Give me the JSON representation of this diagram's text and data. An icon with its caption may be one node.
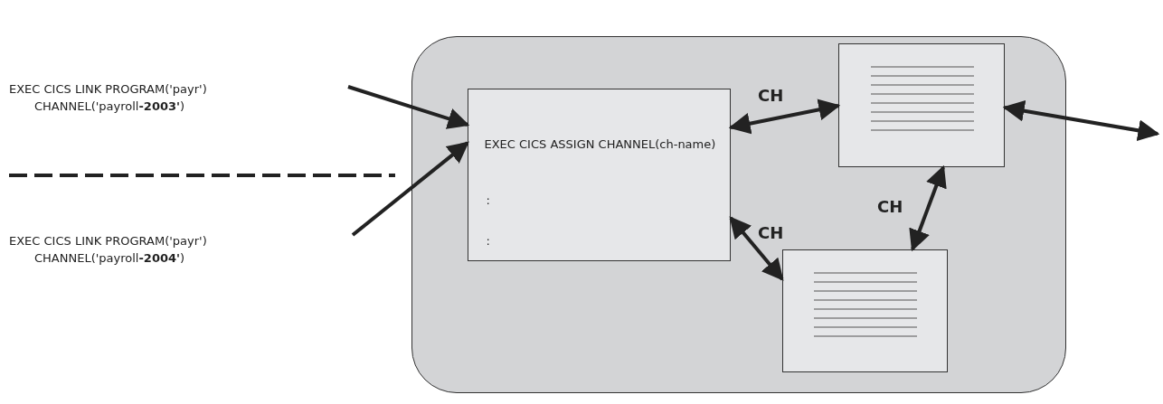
{
  "diagram": {
    "nodes": [
      {
        "text": [],
        "shape": "box"
      },
      {
        "text": [
          "EXEC CICS ASSIGN CHANNEL(ch-name)",
          ":",
          ":"
        ],
        "in": 0
      },
      {
        "text": [],
        "shape": "box",
        "in": 0
      },
      {
        "text": [],
        "shape": "box",
        "in": 0
      }
    ],
    "edges": [
      {
        "from": null,
        "to": 1,
        "arrow": "to"
      },
      {
        "from": null,
        "to": 1,
        "arrow": "to"
      },
      {
        "from": 1,
        "to": 2,
        "arrow": "both",
        "label": "CH"
      },
      {
        "from": 1,
        "to": 3,
        "arrow": "both",
        "label": "CH"
      },
      {
        "from": 3,
        "to": 2,
        "arrow": "both",
        "label": "CH"
      },
      {
        "from": 2,
        "to": null,
        "arrow": "both"
      }
    ],
    "labels": [
      "EXEC CICS LINK PROGRAM('payr') CHANNEL('payroll**-2003'**)",
      "EXEC CICS LINK PROGRAM('payr') CHANNEL('payroll**-2004'**)"
    ]
  }
}
